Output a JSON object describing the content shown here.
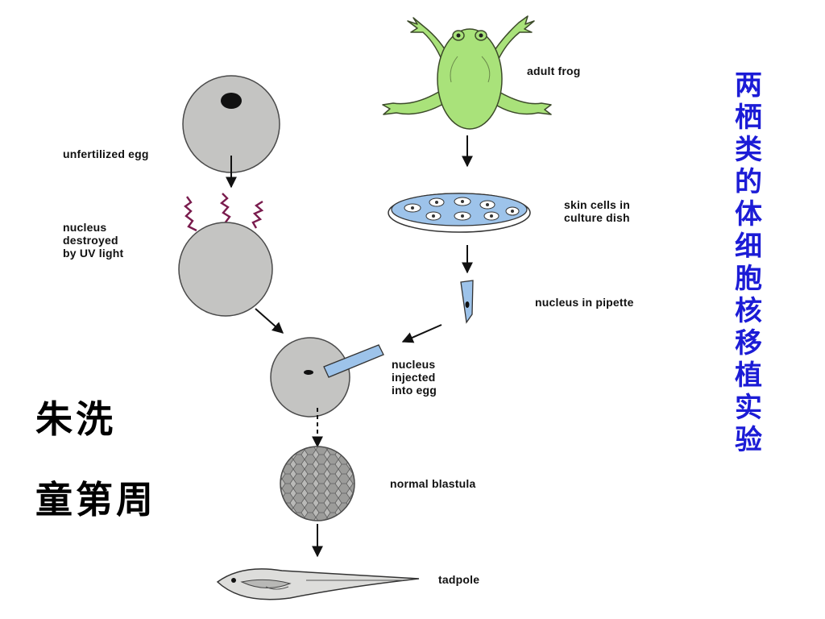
{
  "labels": {
    "unfertilized_egg": "unfertilized egg",
    "nucleus_destroyed": "nucleus\ndestroyed\nby UV light",
    "adult_frog": "adult frog",
    "skin_cells": "skin cells in\nculture dish",
    "nucleus_pipette": "nucleus in pipette",
    "nucleus_injected": "nucleus\ninjected\ninto egg",
    "normal_blastula": "normal blastula",
    "tadpole": "tadpole"
  },
  "title_vertical": "两栖类的体细胞核移植实验",
  "author_line1": "朱洗",
  "author_line2": "童第周",
  "colors": {
    "title": "#1c1cd6",
    "egg_fill": "#c4c4c2",
    "frog_green": "#a9e27a",
    "dish_blue": "#9dc3ea",
    "uv_rays": "#7a1c4e"
  }
}
